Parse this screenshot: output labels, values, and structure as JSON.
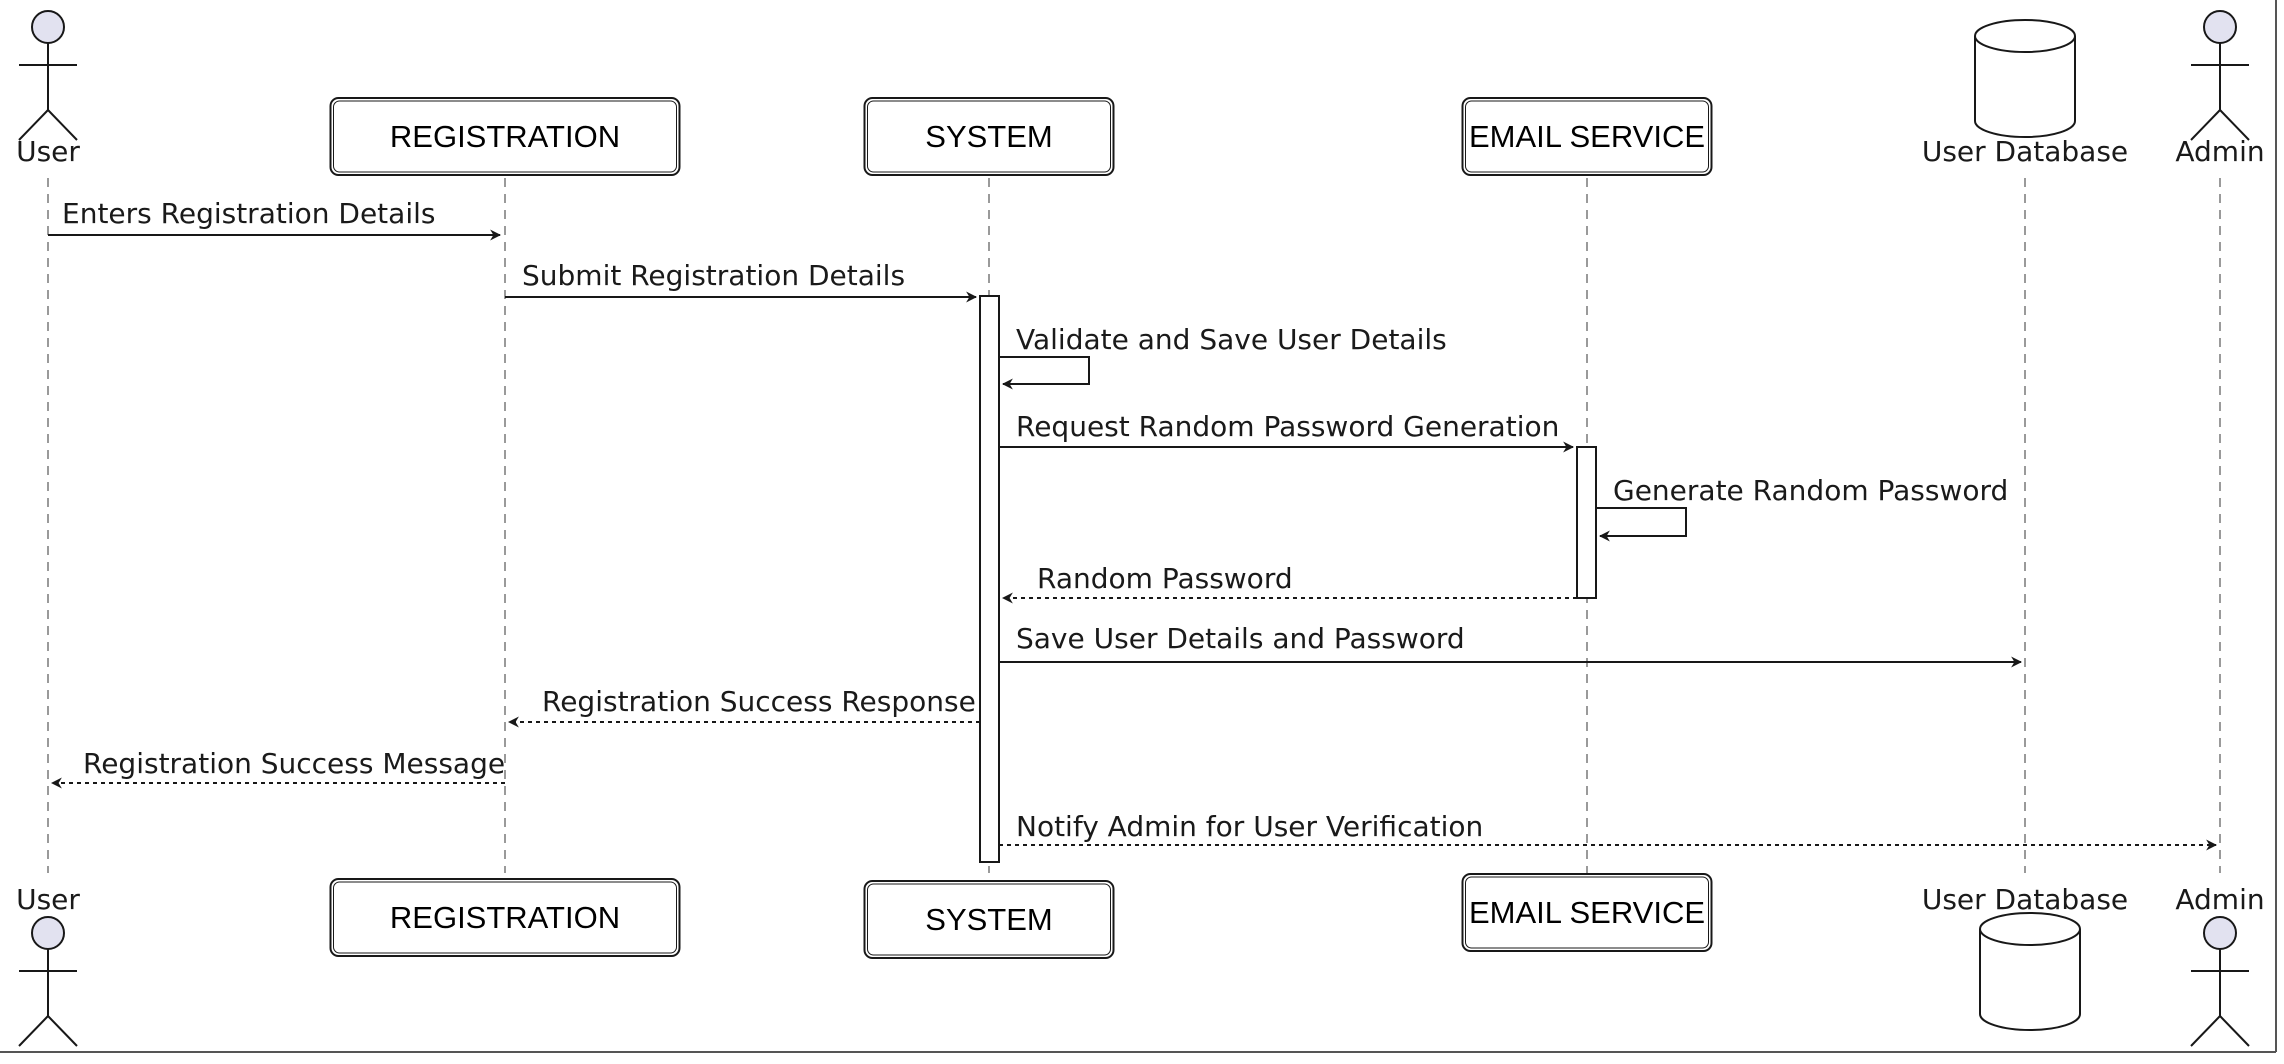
{
  "participants": [
    {
      "id": "user",
      "kind": "actor",
      "label": "User"
    },
    {
      "id": "registration",
      "kind": "box",
      "label": "REGISTRATION"
    },
    {
      "id": "system",
      "kind": "box",
      "label": "SYSTEM"
    },
    {
      "id": "email",
      "kind": "box",
      "label": "EMAIL SERVICE"
    },
    {
      "id": "db",
      "kind": "database",
      "label": "User Database"
    },
    {
      "id": "admin",
      "kind": "actor",
      "label": "Admin"
    }
  ],
  "messages": [
    {
      "from": "user",
      "to": "registration",
      "label": "Enters Registration Details",
      "style": "solid"
    },
    {
      "from": "registration",
      "to": "system",
      "label": "Submit Registration Details",
      "style": "solid"
    },
    {
      "from": "system",
      "to": "system",
      "label": "Validate and Save User Details",
      "style": "solid"
    },
    {
      "from": "system",
      "to": "email",
      "label": "Request Random Password Generation",
      "style": "solid"
    },
    {
      "from": "email",
      "to": "email",
      "label": "Generate Random Password",
      "style": "solid"
    },
    {
      "from": "email",
      "to": "system",
      "label": "Random Password",
      "style": "dashed"
    },
    {
      "from": "system",
      "to": "db",
      "label": "Save User Details and Password",
      "style": "solid"
    },
    {
      "from": "system",
      "to": "registration",
      "label": "Registration Success Response",
      "style": "dashed"
    },
    {
      "from": "registration",
      "to": "user",
      "label": "Registration Success Message",
      "style": "dashed"
    },
    {
      "from": "system",
      "to": "admin",
      "label": "Notify Admin for User Verification",
      "style": "dashed"
    }
  ],
  "colors": {
    "actor_fill": "#e2e2f0",
    "line": "#181818",
    "lifeline": "#9a9a9a",
    "background": "#ffffff"
  }
}
